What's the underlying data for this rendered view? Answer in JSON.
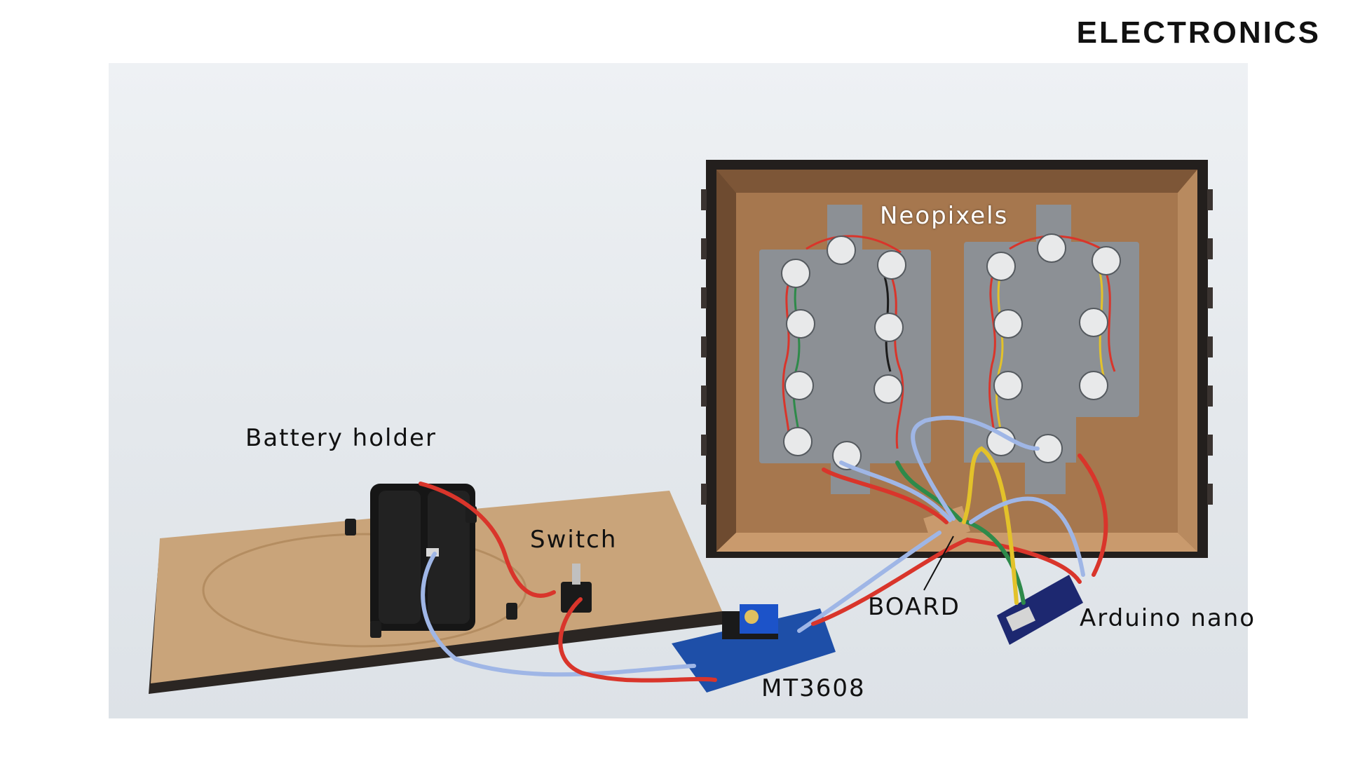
{
  "header": {
    "title": "ELECTRONICS"
  },
  "labels": {
    "neopixels": "Neopixels",
    "battery_holder": "Battery holder",
    "switch": "Switch",
    "board": "BOARD",
    "arduino_nano": "Arduino nano",
    "mt3608": "MT3608"
  },
  "colors": {
    "mdf": "#c9a47a",
    "mdf_edge": "#2b2623",
    "panel_gray": "#8c9095",
    "wire_red": "#d9352b",
    "wire_blue": "#9fb6e6",
    "wire_green": "#2e8a4a",
    "wire_yellow": "#e3c22a",
    "module_blue": "#1e4fa8"
  }
}
